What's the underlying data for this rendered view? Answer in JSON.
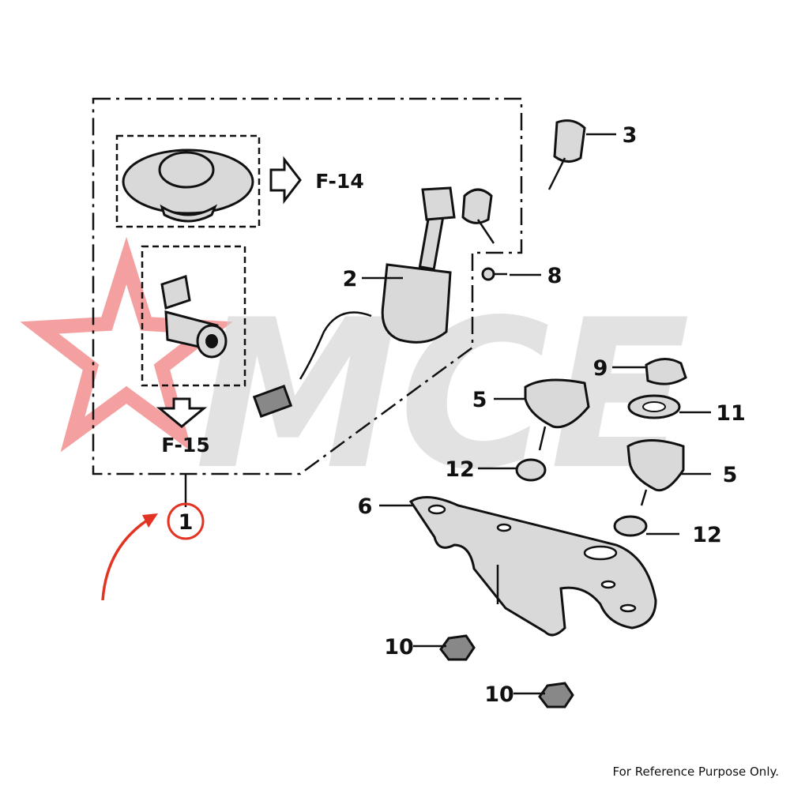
{
  "diagram": {
    "labels": [
      "1",
      "2",
      "3",
      "5",
      "5",
      "6",
      "8",
      "9",
      "10",
      "10",
      "11",
      "12",
      "12"
    ],
    "refs": [
      "F-14",
      "F-15"
    ],
    "watermark": "MCE",
    "footer": "For Reference Purpose Only.",
    "colors": {
      "watermark_star": "#f08080",
      "watermark_text": "#cfcfcf",
      "highlight": "#e33322",
      "ink": "#111111"
    },
    "icons": [
      "star-watermark",
      "key-icon",
      "ignition-switch-icon",
      "fuel-cap-icon",
      "seat-lock-icon",
      "arrow-right-icon",
      "arrow-down-icon",
      "bolt-icon",
      "nut-icon",
      "washer-icon",
      "bracket-icon"
    ]
  }
}
